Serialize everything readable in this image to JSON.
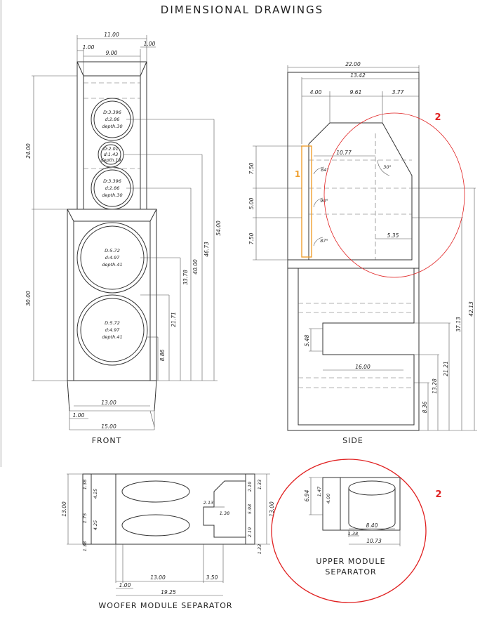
{
  "title": "DIMENSIONAL DRAWINGS",
  "captions": {
    "front": "FRONT",
    "side": "SIDE",
    "woofer_sep_l1": "WOOFER MODULE SEPARATOR",
    "upper_sep_l1": "UPPER MODULE",
    "upper_sep_l2": "SEPARATOR"
  },
  "front_dims": {
    "top_width": "11.00",
    "left_margin": "1.00",
    "right_margin": "1.00",
    "inner_width": "9.00",
    "upper_height": "24.00",
    "lower_height": "30.00",
    "bottom_inner": "13.00",
    "bottom_margin": "1.00",
    "bottom_width": "15.00",
    "h1": "8.86",
    "h2": "21.71",
    "h3": "33.78",
    "h4": "40.00",
    "h5": "46.73",
    "h6": "54.00"
  },
  "drivers": [
    {
      "l1": "D:3.396",
      "l2": "d:2.86",
      "l3": "depth.30"
    },
    {
      "l1": "D:2.01",
      "l2": "d:1.43",
      "l3": "depth.19"
    },
    {
      "l1": "D:3.396",
      "l2": "d:2.86",
      "l3": "depth.30"
    },
    {
      "l1": "D:5.72",
      "l2": "d:4.97",
      "l3": "depth.41"
    },
    {
      "l1": "D:5.72",
      "l2": "d:4.97",
      "l3": "depth.41"
    }
  ],
  "side_dims": {
    "total_depth": "22.00",
    "d_1342": "13.42",
    "d_400": "4.00",
    "d_961": "9.61",
    "d_377": "3.77",
    "d_1077": "10.77",
    "angle_30": "30°",
    "angle_84": "84°",
    "angle_90": "90°",
    "angle_87": "87°",
    "v_750a": "7.50",
    "v_500": "5.00",
    "v_750b": "7.50",
    "d_535": "5.35",
    "d_548": "5.48",
    "d_1600": "16.00",
    "h_836": "8.36",
    "h_1328": "13.28",
    "h_2121": "21.21",
    "h_3713": "37.13",
    "h_4213": "42.13"
  },
  "woofer_sep_dims": {
    "height": "13.00",
    "h_138a": "1.38",
    "h_425a": "4.25",
    "h_175": "1.75",
    "h_425b": "4.25",
    "h_138b": "1.38",
    "r_133a": "1.33",
    "r_219a": "2.19",
    "r_598": "5.98",
    "r_219b": "2.19",
    "r_133b": "1.33",
    "r_1300": "13.00",
    "i_213": "2.13",
    "i_138": "1.38",
    "b_100": "1.00",
    "b_1300": "13.00",
    "b_350": "3.50",
    "b_1925": "19.25"
  },
  "upper_sep_dims": {
    "h_694": "6.94",
    "h_147": "1.47",
    "h_400": "4.00",
    "w_840": "8.40",
    "w_138": "1.38",
    "w_1073": "10.73"
  },
  "annotations": {
    "marker_1": "1",
    "marker_2a": "2",
    "marker_2b": "2"
  },
  "colors": {
    "line": "#333333",
    "red_marker": "#e02020",
    "orange_marker": "#f0a030"
  }
}
